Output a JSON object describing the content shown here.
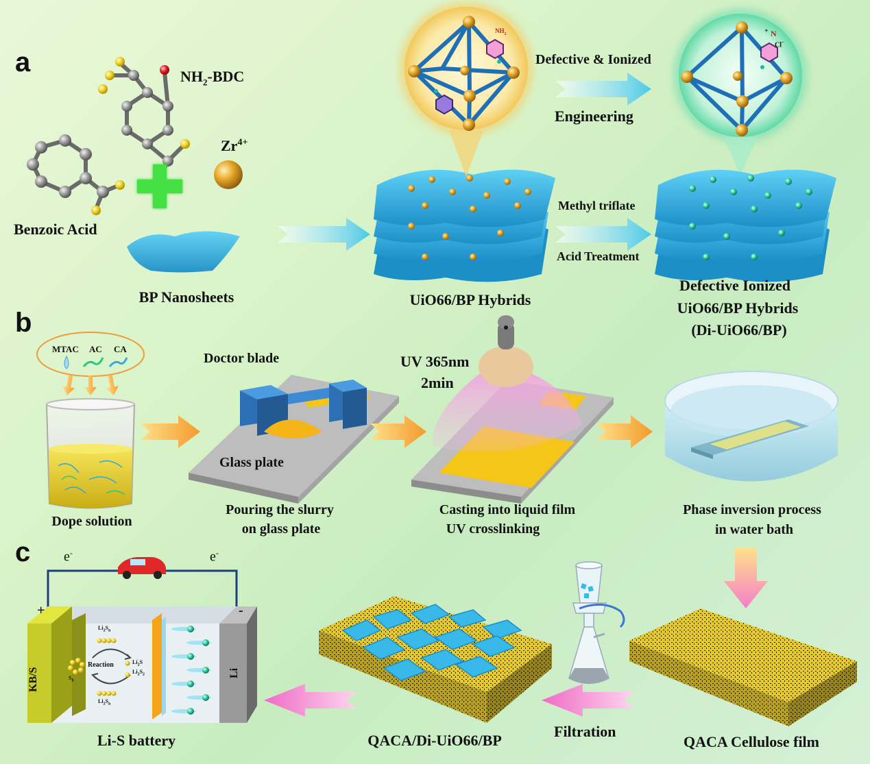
{
  "panels": {
    "a": "a",
    "b": "b",
    "c": "c"
  },
  "panel_a": {
    "nh2_bdc": "NH",
    "nh2_sub": "2",
    "nh2_rest": "-BDC",
    "zr": "Zr",
    "zr_sup": "4+",
    "benzoic_acid": "Benzoic Acid",
    "bp_nanosheets": "BP Nanosheets",
    "uio66_bp": "UiO66/BP Hybrids",
    "defective_ionized": "Defective & Ionized",
    "engineering": "Engineering",
    "methyl_triflate": "Methyl triflate",
    "acid_treatment": "Acid Treatment",
    "di_line1": "Defective Ionized",
    "di_line2": "UiO66/BP Hybrids",
    "di_line3": "(Di-UiO66/BP)",
    "nh2_small": "NH",
    "nh2_small_sub": "2",
    "n_plus": "+",
    "n_atom": "N",
    "cl_minus": "Cl",
    "cl_sup": "−"
  },
  "panel_b": {
    "mtac": "MTAC",
    "ac": "AC",
    "ca": "CA",
    "dope_solution": "Dope solution",
    "doctor_blade": "Doctor blade",
    "glass_plate": "Glass plate",
    "pouring_1": "Pouring the slurry",
    "pouring_2": "on glass plate",
    "uv_1": "UV 365nm",
    "uv_2": "2min",
    "casting_1": "Casting into liquid film",
    "casting_2": "UV crosslinking",
    "phase_1": "Phase inversion process",
    "phase_2": "in  water bath"
  },
  "panel_c": {
    "e_left": "e",
    "e_right": "e",
    "e_sup": "-",
    "plus": "+",
    "minus": "-",
    "kbs": "KB/S",
    "li": "Li",
    "reaction": "Reaction",
    "s8": "S",
    "s8_sub": "8",
    "li2sn_top": "Li",
    "li2sn_bot": "Li",
    "li2sn_sub": "2",
    "li2sn_sub2": "S",
    "li2sn_n": "n",
    "li2s": "Li",
    "li2s2": "Li",
    "li_s_battery": "Li-S battery",
    "qaca_di": "QACA/Di-UiO66/BP",
    "filtration": "Filtration",
    "qaca_film": "QACA Cellulose film"
  },
  "colors": {
    "frame_blue": "#1f6fb6",
    "sheet_blue": "#39b9ea",
    "gold": "#e3a41b",
    "arrow_cyan": "#7fd8ee",
    "arrow_orange": "#f4a33a",
    "arrow_pink": "#f28ad0",
    "green_plus": "#3fd23f",
    "yellow_film": "#f0d83a"
  }
}
